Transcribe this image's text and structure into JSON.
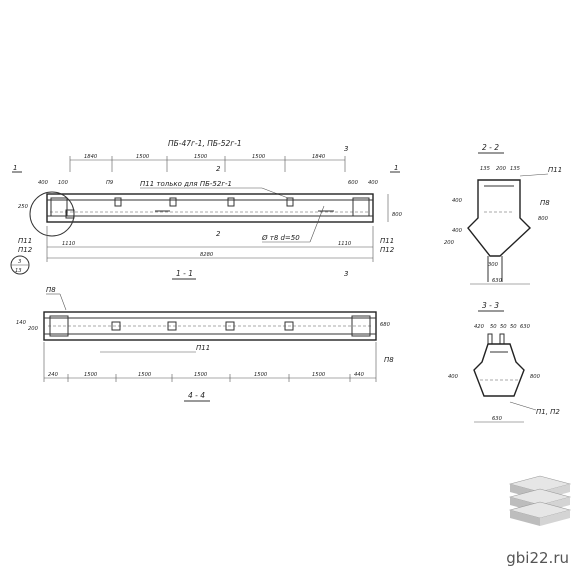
{
  "drawing": {
    "marks_header": "ПБ-47г-1, ПБ-52г-1",
    "note_top": "П11 только для ПБ-52г-1",
    "cut_mark_1": "1",
    "cut_mark_2": "2",
    "cut_mark_3": "3",
    "node_ref_top": "3",
    "node_ref_bottom": "13",
    "rebar_p9": "П9",
    "rebar_p11": "П11",
    "rebar_p12": "П12",
    "rebar_p8": "П8",
    "rebar_p1p2": "П1, П2",
    "rebar_dia": "Ø т8 d=50",
    "view_1_1": "1 - 1",
    "view_4_4": "4 - 4",
    "view_2_2": "2 - 2",
    "view_3_3": "3 - 3",
    "top_dims": [
      "1840",
      "1500",
      "1500",
      "1500",
      "1840"
    ],
    "left_dims": [
      "400",
      "100"
    ],
    "right_dims": [
      "600",
      "400"
    ],
    "height_dim": "800",
    "bottom_dims_a": [
      "1110",
      "1110"
    ],
    "total_length": "8280",
    "plan_dims": [
      "240",
      "1500",
      "1500",
      "1500",
      "1500",
      "1500",
      "440"
    ],
    "plan_side_dims": [
      "250",
      "140",
      "200",
      "800",
      "680",
      "400"
    ],
    "sec22_top_dims": [
      "135",
      "200",
      "135"
    ],
    "sec22_side_dims": [
      "400",
      "400",
      "800",
      "200"
    ],
    "sec22_base": "300",
    "sec22_bottom": "630",
    "sec33_top_dims": [
      "420",
      "50",
      "50",
      "50",
      "630"
    ],
    "sec33_side_dims": [
      "400",
      "800"
    ],
    "sec33_bottom": "630",
    "ids": [
      "1",
      "2",
      "3"
    ]
  },
  "branding": {
    "site": "gbi22.ru",
    "logo_icon": "stacked-slabs-icon"
  }
}
